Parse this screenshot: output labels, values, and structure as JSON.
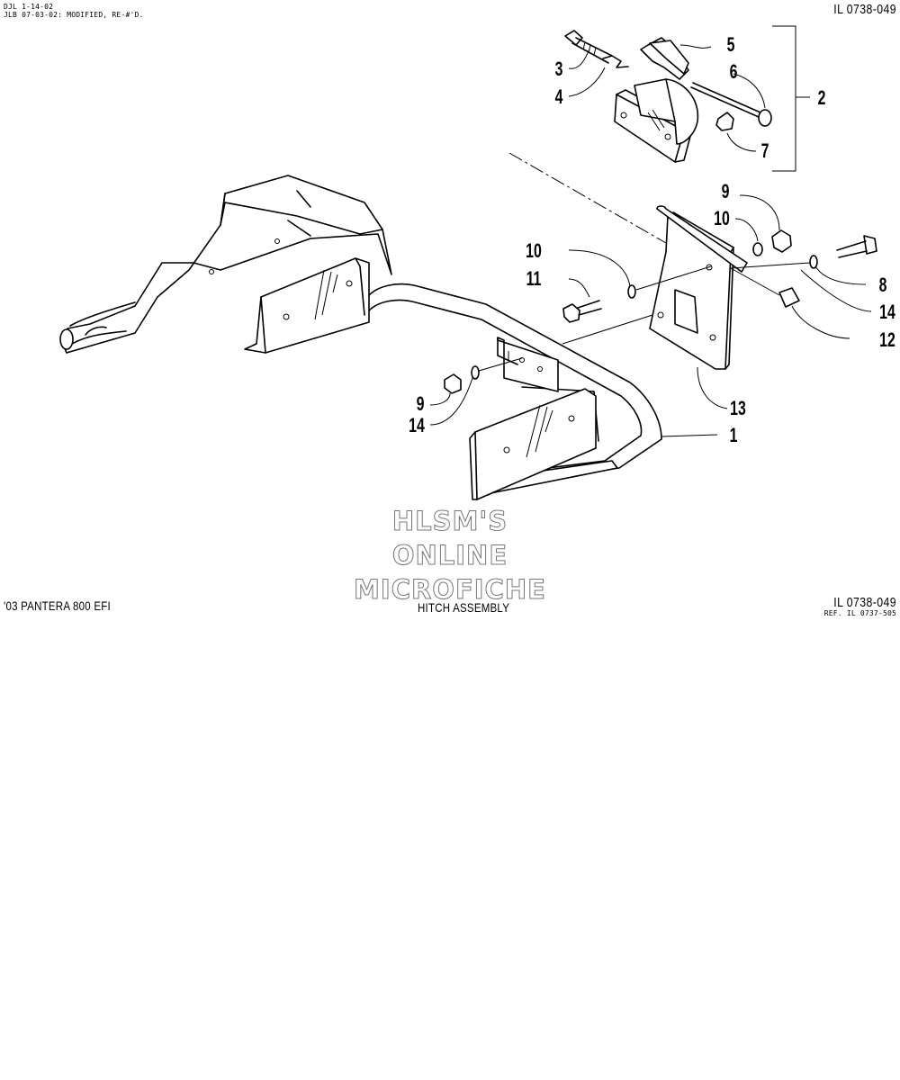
{
  "header": {
    "note_line_1": "DJL 1-14-02",
    "note_line_2": "JLB 07-03-02: MODIFIED, RE-#'D.",
    "illustration_id": "IL 0738-049"
  },
  "footer": {
    "model": "'03 PANTERA 800 EFI",
    "title": "HITCH ASSEMBLY",
    "illustration_id": "IL 0738-049",
    "reference": "REF. IL 0737-505"
  },
  "watermark": {
    "line_1": "HLSM'S",
    "line_2": "ONLINE",
    "line_3": "MICROFICHE"
  },
  "callouts": {
    "c1": "1",
    "c2": "2",
    "c3": "3",
    "c4": "4",
    "c5": "5",
    "c6": "6",
    "c7": "7",
    "c8": "8",
    "c9a": "9",
    "c9b": "9",
    "c10a": "10",
    "c10b": "10",
    "c11": "11",
    "c12": "12",
    "c13": "13",
    "c14a": "14",
    "c14b": "14"
  }
}
